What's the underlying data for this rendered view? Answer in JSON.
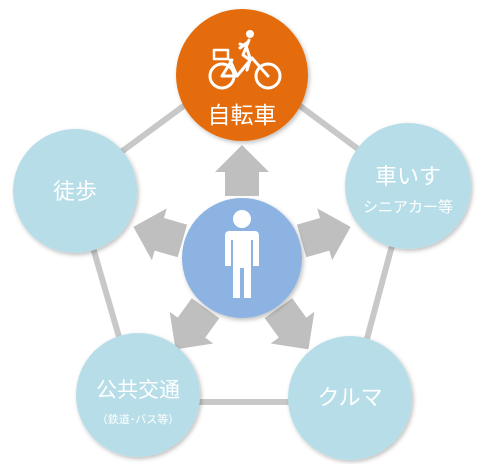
{
  "diagram": {
    "center": {
      "icon": "person-icon"
    },
    "nodes": {
      "bicycle": {
        "label": "自転車",
        "icon": "bicycle-icon",
        "color": "#E46C0A"
      },
      "wheelchair": {
        "label": "車いす",
        "sublabel": "シニアカー等",
        "color": "#B7DEE8"
      },
      "car": {
        "label": "クルマ",
        "color": "#B7DEE8"
      },
      "transit": {
        "label": "公共交通",
        "sublabel": "（鉄道･バス等）",
        "color": "#B7DEE8"
      },
      "walk": {
        "label": "徒歩",
        "color": "#B7DEE8"
      }
    },
    "colors": {
      "center_fill": "#8DB3E2",
      "connector": "#C8C8C8",
      "arrow": "#BFBFBF",
      "text": "#FFFFFF"
    }
  }
}
